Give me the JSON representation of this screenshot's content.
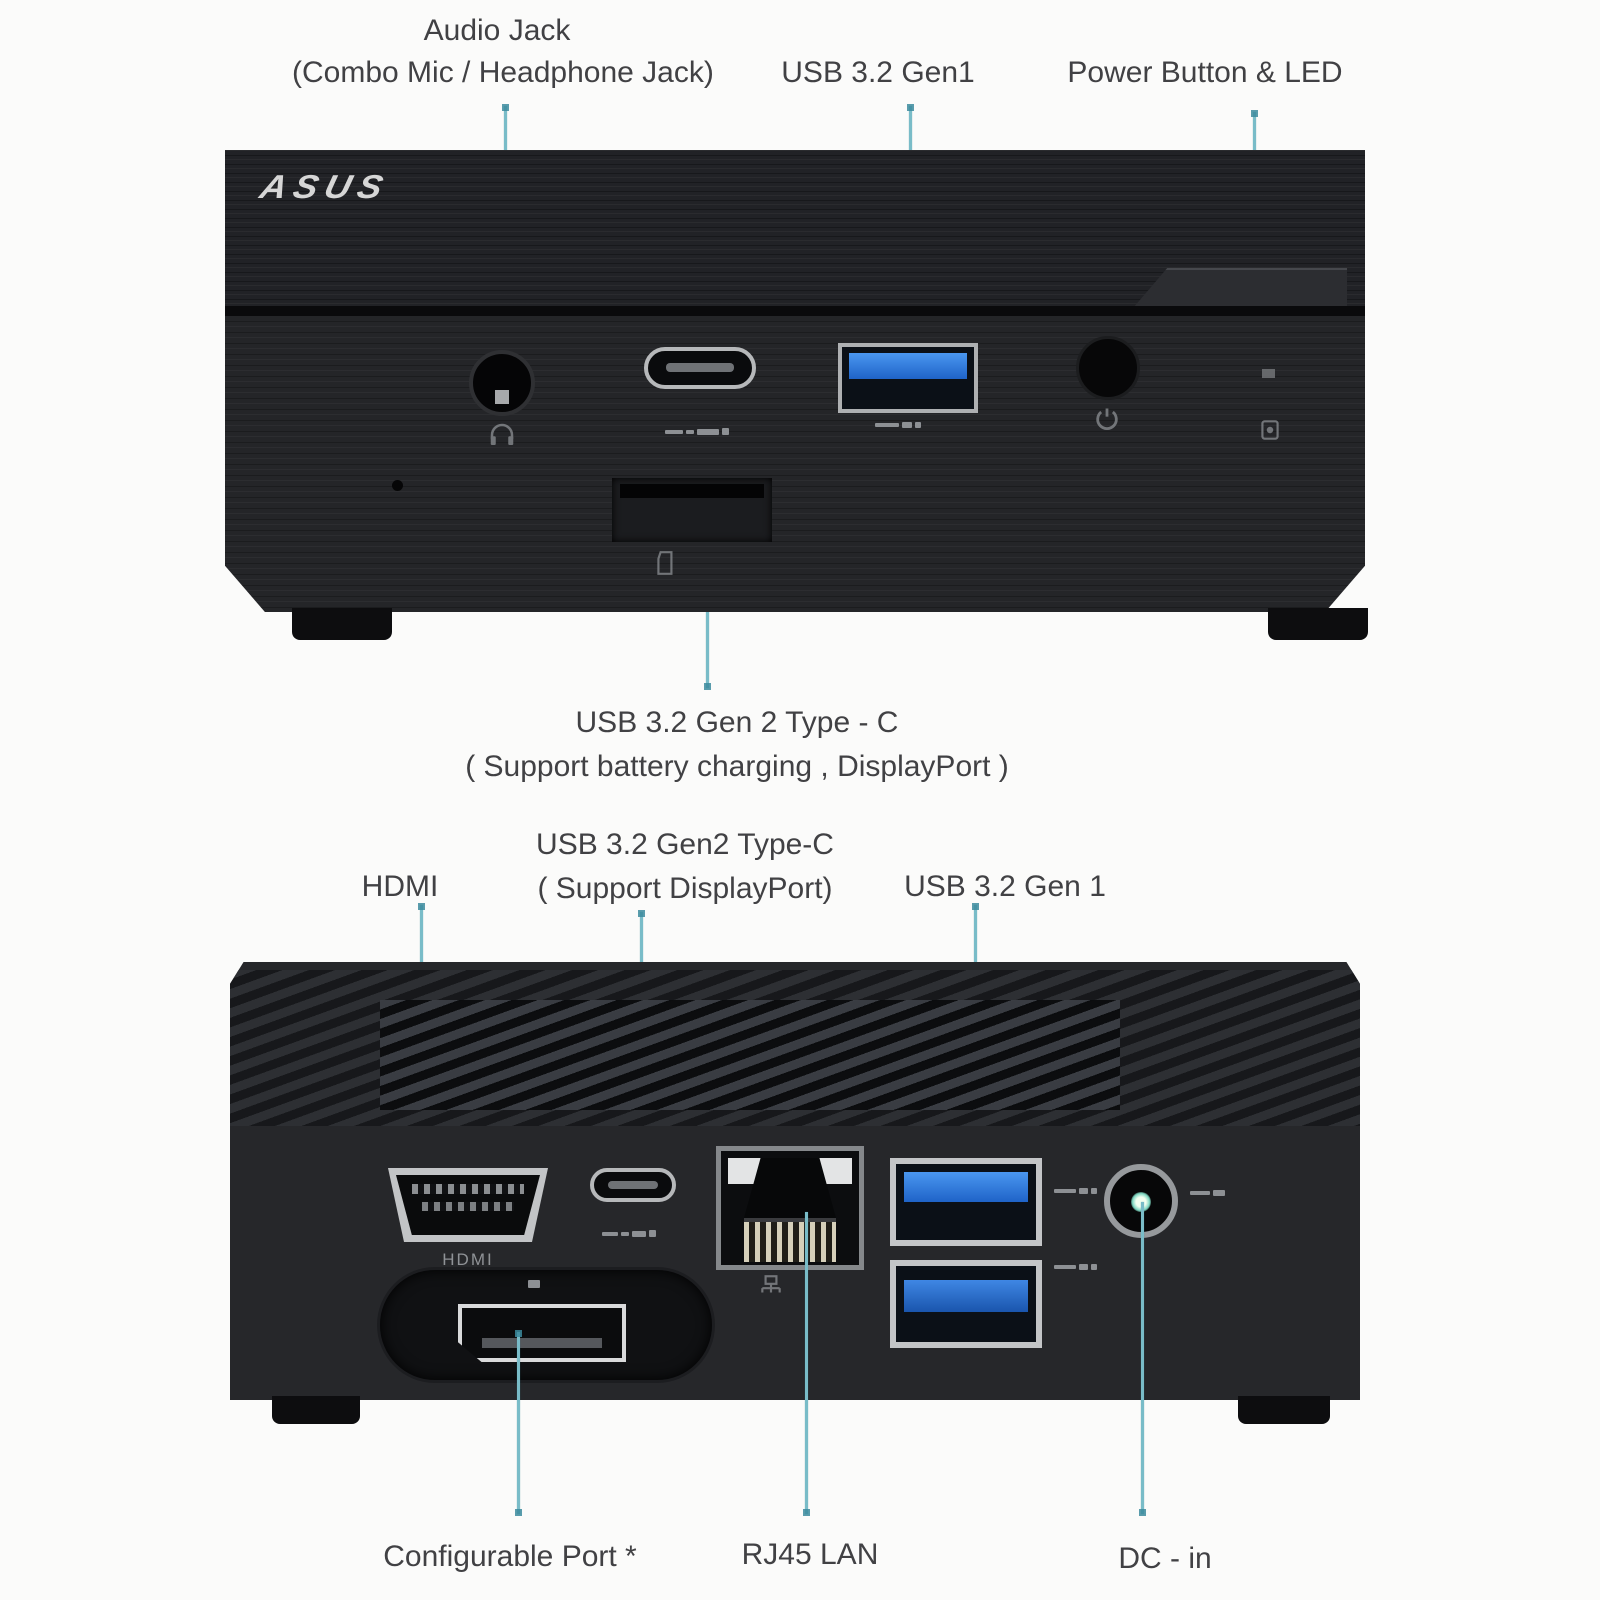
{
  "title": "ASUS mini PC front and rear port diagram",
  "colors": {
    "background": "#fbfbfa",
    "leader_line": "#79bcc8",
    "leader_tick": "#3c8b9d",
    "label_text": "#414144",
    "chassis_dark": "#242528",
    "usb_blue": "#2e7ce0",
    "port_silver": "#c9cbcd"
  },
  "front": {
    "brand": "ASUS",
    "labels": {
      "audio1": "Audio Jack",
      "audio2": "(Combo Mic / Headphone Jack)",
      "usb": "USB 3.2 Gen1",
      "power": "Power Button & LED"
    },
    "caption1": "USB 3.2 Gen 2 Type - C",
    "caption2": "( Support battery charging , DisplayPort )",
    "icons": [
      "headset-icon",
      "usb-c-speed-print",
      "usb-ss-print",
      "power-symbol-icon",
      "led-indicator",
      "storage-activity-icon",
      "microsd-icon",
      "mic-hole"
    ]
  },
  "rear": {
    "labels": {
      "hdmi": "HDMI",
      "usbc1": "USB 3.2 Gen2 Type-C",
      "usbc2": "( Support DisplayPort)",
      "usb": "USB 3.2 Gen 1"
    },
    "captions": {
      "config": "Configurable Port *",
      "lan": "RJ45 LAN",
      "dc": "DC - in"
    },
    "hdmi_print": "HDMI",
    "icons": [
      "usb-c-speed-print",
      "lan-icon",
      "usb-ss-print",
      "dc-plug-print",
      "displayport-mark"
    ]
  }
}
